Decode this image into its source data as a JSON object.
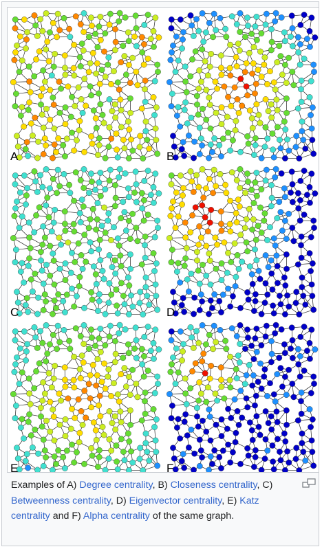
{
  "figure": {
    "panels": [
      {
        "label": "A",
        "scheme": "degree"
      },
      {
        "label": "B",
        "scheme": "closeness"
      },
      {
        "label": "C",
        "scheme": "betweenness"
      },
      {
        "label": "D",
        "scheme": "eigenvector"
      },
      {
        "label": "E",
        "scheme": "katz"
      },
      {
        "label": "F",
        "scheme": "alpha"
      }
    ],
    "colors": {
      "ramp": [
        "#0000c8",
        "#1e90ff",
        "#40e0d0",
        "#66dd33",
        "#ccee22",
        "#ffdd00",
        "#ff8800",
        "#ee1100"
      ],
      "edge": "#222222",
      "node_stroke": "#333333"
    }
  },
  "caption": {
    "prefix": "Examples of A) ",
    "link1": "Degree centrality",
    "sep1": ", B) ",
    "link2": "Closeness centrality",
    "sep2": ", C) ",
    "link3": "Betweenness centrality",
    "sep3": ", D) ",
    "link4": "Eigenvector centrality",
    "sep4": ", E) ",
    "link5": "Katz centrality",
    "sep5": " and F) ",
    "link6": "Alpha centrality",
    "suffix": " of the same graph."
  },
  "magnify_icon": "magnify-clip-icon"
}
